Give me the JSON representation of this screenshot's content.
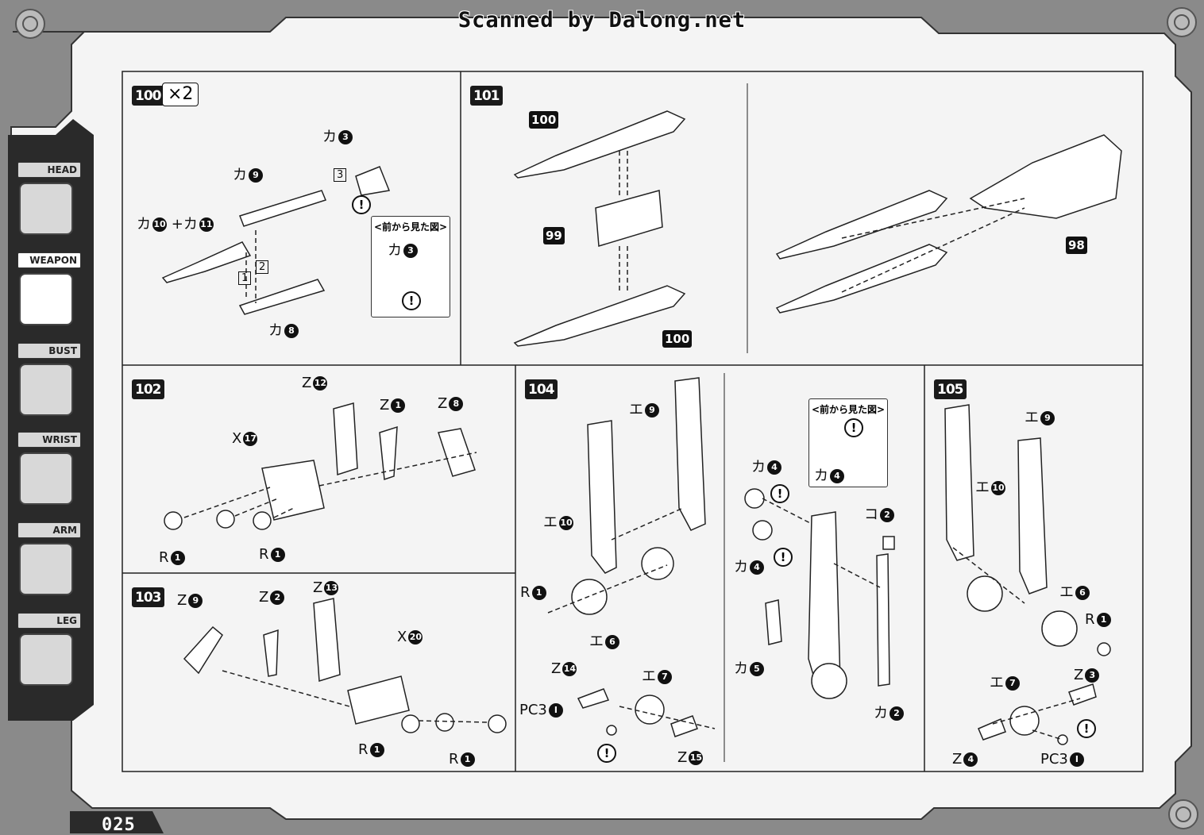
{
  "header": {
    "scan_credit": "Scanned by Dalong.net"
  },
  "sidebar": {
    "tabs": [
      {
        "label": "HEAD",
        "active": false
      },
      {
        "label": "WEAPON",
        "active": true
      },
      {
        "label": "BUST",
        "active": false
      },
      {
        "label": "WRIST",
        "active": false
      },
      {
        "label": "ARM",
        "active": false
      },
      {
        "label": "LEG",
        "active": false
      }
    ]
  },
  "footer": {
    "page_number": "025"
  },
  "steps": {
    "s100": {
      "number": "100",
      "multiplier": "×2",
      "labels": {
        "ka3": "カ",
        "ka9": "カ",
        "ka10": "カ",
        "ka11": "+カ",
        "ka8": "カ"
      },
      "nums": {
        "n3": "3",
        "n9": "9",
        "n10": "10",
        "n11": "11",
        "n8": "8"
      },
      "seq": [
        "3",
        "2",
        "1"
      ],
      "inset": {
        "title": "<前から見た図>",
        "label": "カ",
        "num": "3"
      }
    },
    "s101": {
      "number": "101",
      "callouts": [
        "100",
        "99",
        "100",
        "98"
      ]
    },
    "s102": {
      "number": "102",
      "labels": {
        "z12": "Z",
        "z1": "Z",
        "z8": "Z",
        "x17": "X",
        "r1a": "R",
        "r1b": "R"
      },
      "nums": {
        "z12": "12",
        "z1": "1",
        "z8": "8",
        "x17": "17",
        "r1a": "1",
        "r1b": "1"
      }
    },
    "s103": {
      "number": "103",
      "labels": {
        "z9": "Z",
        "z2": "Z",
        "z13": "Z",
        "x20": "X",
        "r1a": "R",
        "r1b": "R"
      },
      "nums": {
        "z9": "9",
        "z2": "2",
        "z13": "13",
        "x20": "20",
        "r1a": "1",
        "r1b": "1"
      }
    },
    "s104": {
      "number": "104",
      "labels": {
        "e9": "エ",
        "e10": "エ",
        "r1": "R",
        "e6": "エ",
        "ka4a": "カ",
        "ka4b": "カ",
        "ko2": "コ",
        "ka5": "カ",
        "ka2": "カ",
        "z14": "Z",
        "e7": "エ",
        "pc3": "PC3",
        "z15": "Z"
      },
      "nums": {
        "e9": "9",
        "e10": "10",
        "r1": "1",
        "e6": "6",
        "ka4a": "4",
        "ka4b": "4",
        "ko2": "2",
        "ka5": "5",
        "ka2": "2",
        "z14": "14",
        "e7": "7",
        "pc3": "I",
        "z15": "15"
      },
      "inset": {
        "title": "<前から見た図>",
        "label": "カ",
        "num": "4"
      }
    },
    "s105": {
      "number": "105",
      "labels": {
        "e9": "エ",
        "e10": "エ",
        "e6": "エ",
        "r1": "R",
        "e7": "エ",
        "z3": "Z",
        "z4": "Z",
        "pc3": "PC3"
      },
      "nums": {
        "e9": "9",
        "e10": "10",
        "e6": "6",
        "r1": "1",
        "e7": "7",
        "z3": "3",
        "z4": "4",
        "pc3": "I"
      }
    }
  },
  "colors": {
    "frame": "#8a8a8a",
    "page": "#f4f4f4",
    "ink": "#111111",
    "tab_bg": "#2a2a2a"
  }
}
